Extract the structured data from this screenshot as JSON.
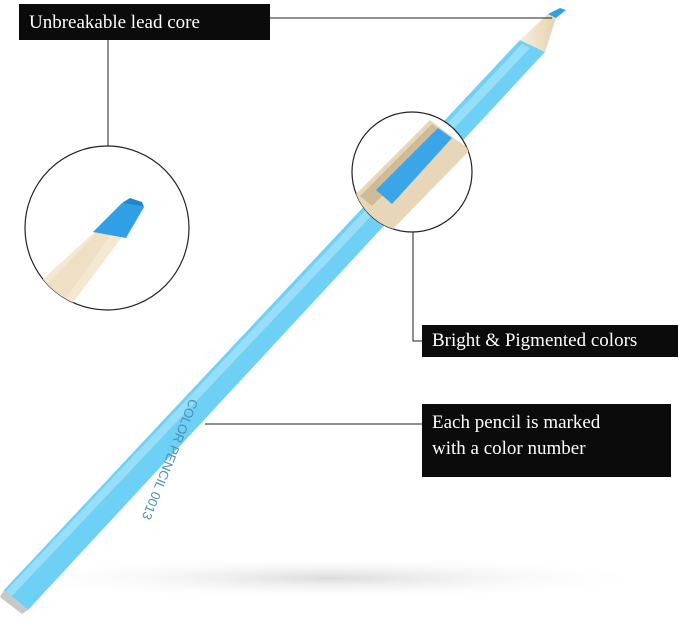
{
  "callouts": {
    "lead_core": "Unbreakable lead core",
    "bright_colors": "Bright & Pigmented colors",
    "marked_line1": "Each pencil is marked",
    "marked_line2": "with a color number"
  },
  "pencil_imprint": "COLOR PENCIL 0013",
  "colors": {
    "pencil_body": "#6fd0f5",
    "pencil_tip": "#2f9fe6",
    "wood": "#f3e6cf",
    "label_bg": "#0b0b0b",
    "label_text": "#ffffff"
  }
}
